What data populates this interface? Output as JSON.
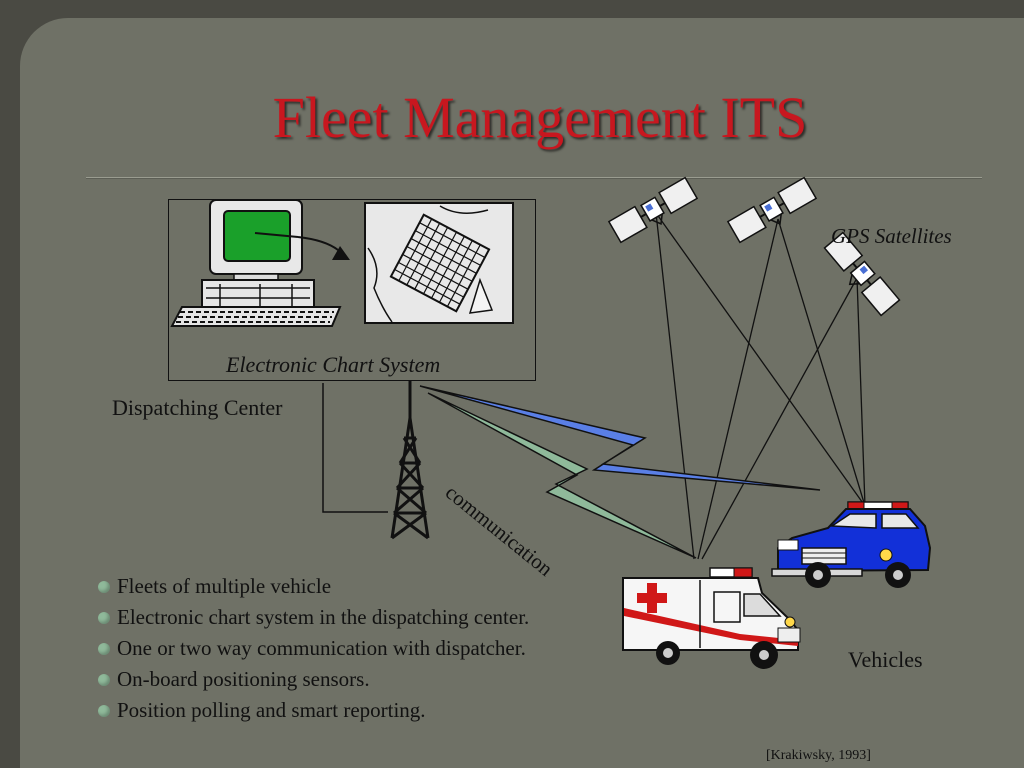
{
  "slide": {
    "title": "Fleet Management ITS",
    "labels": {
      "electronic_chart_system": "Electronic Chart System",
      "dispatching_center": "Dispatching Center",
      "gps_satellites": "GPS Satellites",
      "communication": "communication",
      "vehicles": "Vehicles"
    },
    "bullets": [
      "Fleets of multiple vehicle",
      "Electronic chart system in the dispatching center.",
      "One or two way communication with dispatcher.",
      "On-board positioning sensors.",
      "Position polling and smart reporting."
    ],
    "citation": "[Krakiwsky, 1993]"
  },
  "icons": [
    "computer-icon",
    "chart-map-icon",
    "radio-tower-icon",
    "satellite-icon",
    "ambulance-icon",
    "police-car-icon"
  ],
  "colors": {
    "title": "#c8171f",
    "background": "#6f7166",
    "bullet": "#8fb99a",
    "signal_blue": "#5a7fe6",
    "signal_green": "#8fb99a",
    "screen_green": "#1aa02a",
    "police_car": "#1230d8",
    "ambulance_cross": "#d01818"
  }
}
